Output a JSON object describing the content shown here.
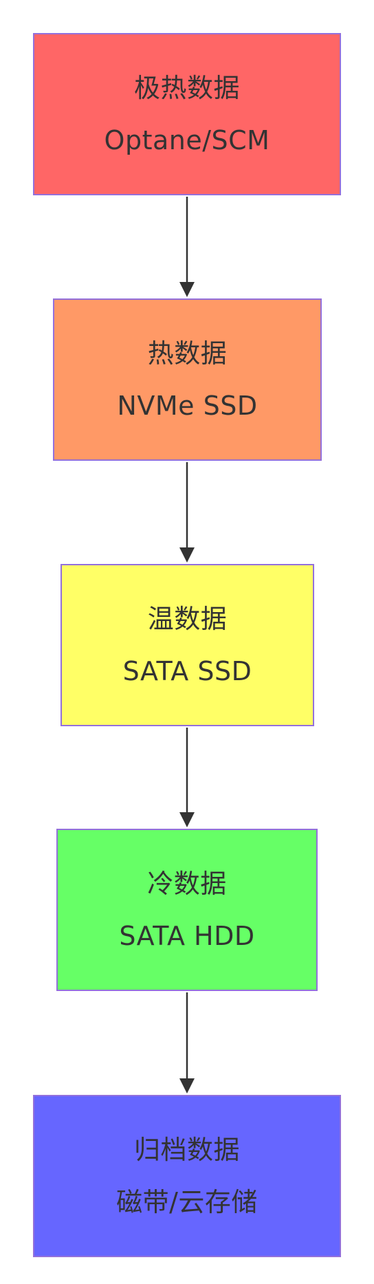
{
  "nodes": [
    {
      "id": "extremely-hot",
      "line1": "极热数据",
      "line2": "Optane/SCM",
      "fill": "#FF6666"
    },
    {
      "id": "hot",
      "line1": "热数据",
      "line2": "NVMe SSD",
      "fill": "#FF9966"
    },
    {
      "id": "warm",
      "line1": "温数据",
      "line2": "SATA SSD",
      "fill": "#FFFF66"
    },
    {
      "id": "cold",
      "line1": "冷数据",
      "line2": "SATA HDD",
      "fill": "#66FF66"
    },
    {
      "id": "archive",
      "line1": "归档数据",
      "line2": "磁带/云存储",
      "fill": "#6666FF"
    }
  ],
  "edges": [
    {
      "from": "extremely-hot",
      "to": "hot"
    },
    {
      "from": "hot",
      "to": "warm"
    },
    {
      "from": "warm",
      "to": "cold"
    },
    {
      "from": "cold",
      "to": "archive"
    }
  ],
  "colors": {
    "border": "#9370DB",
    "text": "#333333",
    "edge": "#333333"
  }
}
